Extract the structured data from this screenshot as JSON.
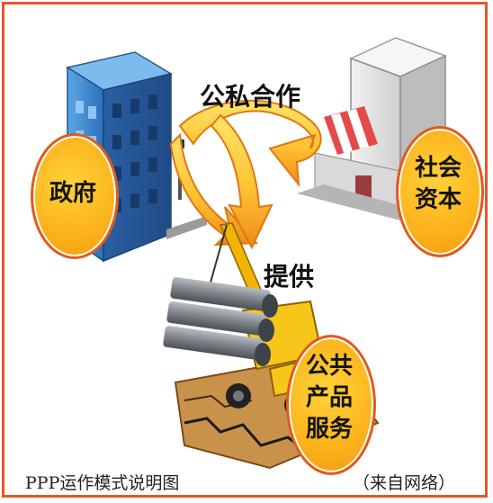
{
  "diagram": {
    "top_label": "公私合作",
    "provide_label": "提供",
    "government_label": "政府",
    "social_capital_label_line1": "社会",
    "social_capital_label_line2": "资本",
    "public_product_line1": "公共",
    "public_product_line2": "产品",
    "public_product_line3": "服务"
  },
  "caption": {
    "title": "PPP运作模式说明图",
    "source": "（来自网络）"
  },
  "colors": {
    "border": "#e8552a",
    "badge_fill": "#fcb21a",
    "badge_ring": "#e35a1c",
    "arrow_outer": "#f08a1c",
    "arrow_inner": "#ffd84a"
  }
}
